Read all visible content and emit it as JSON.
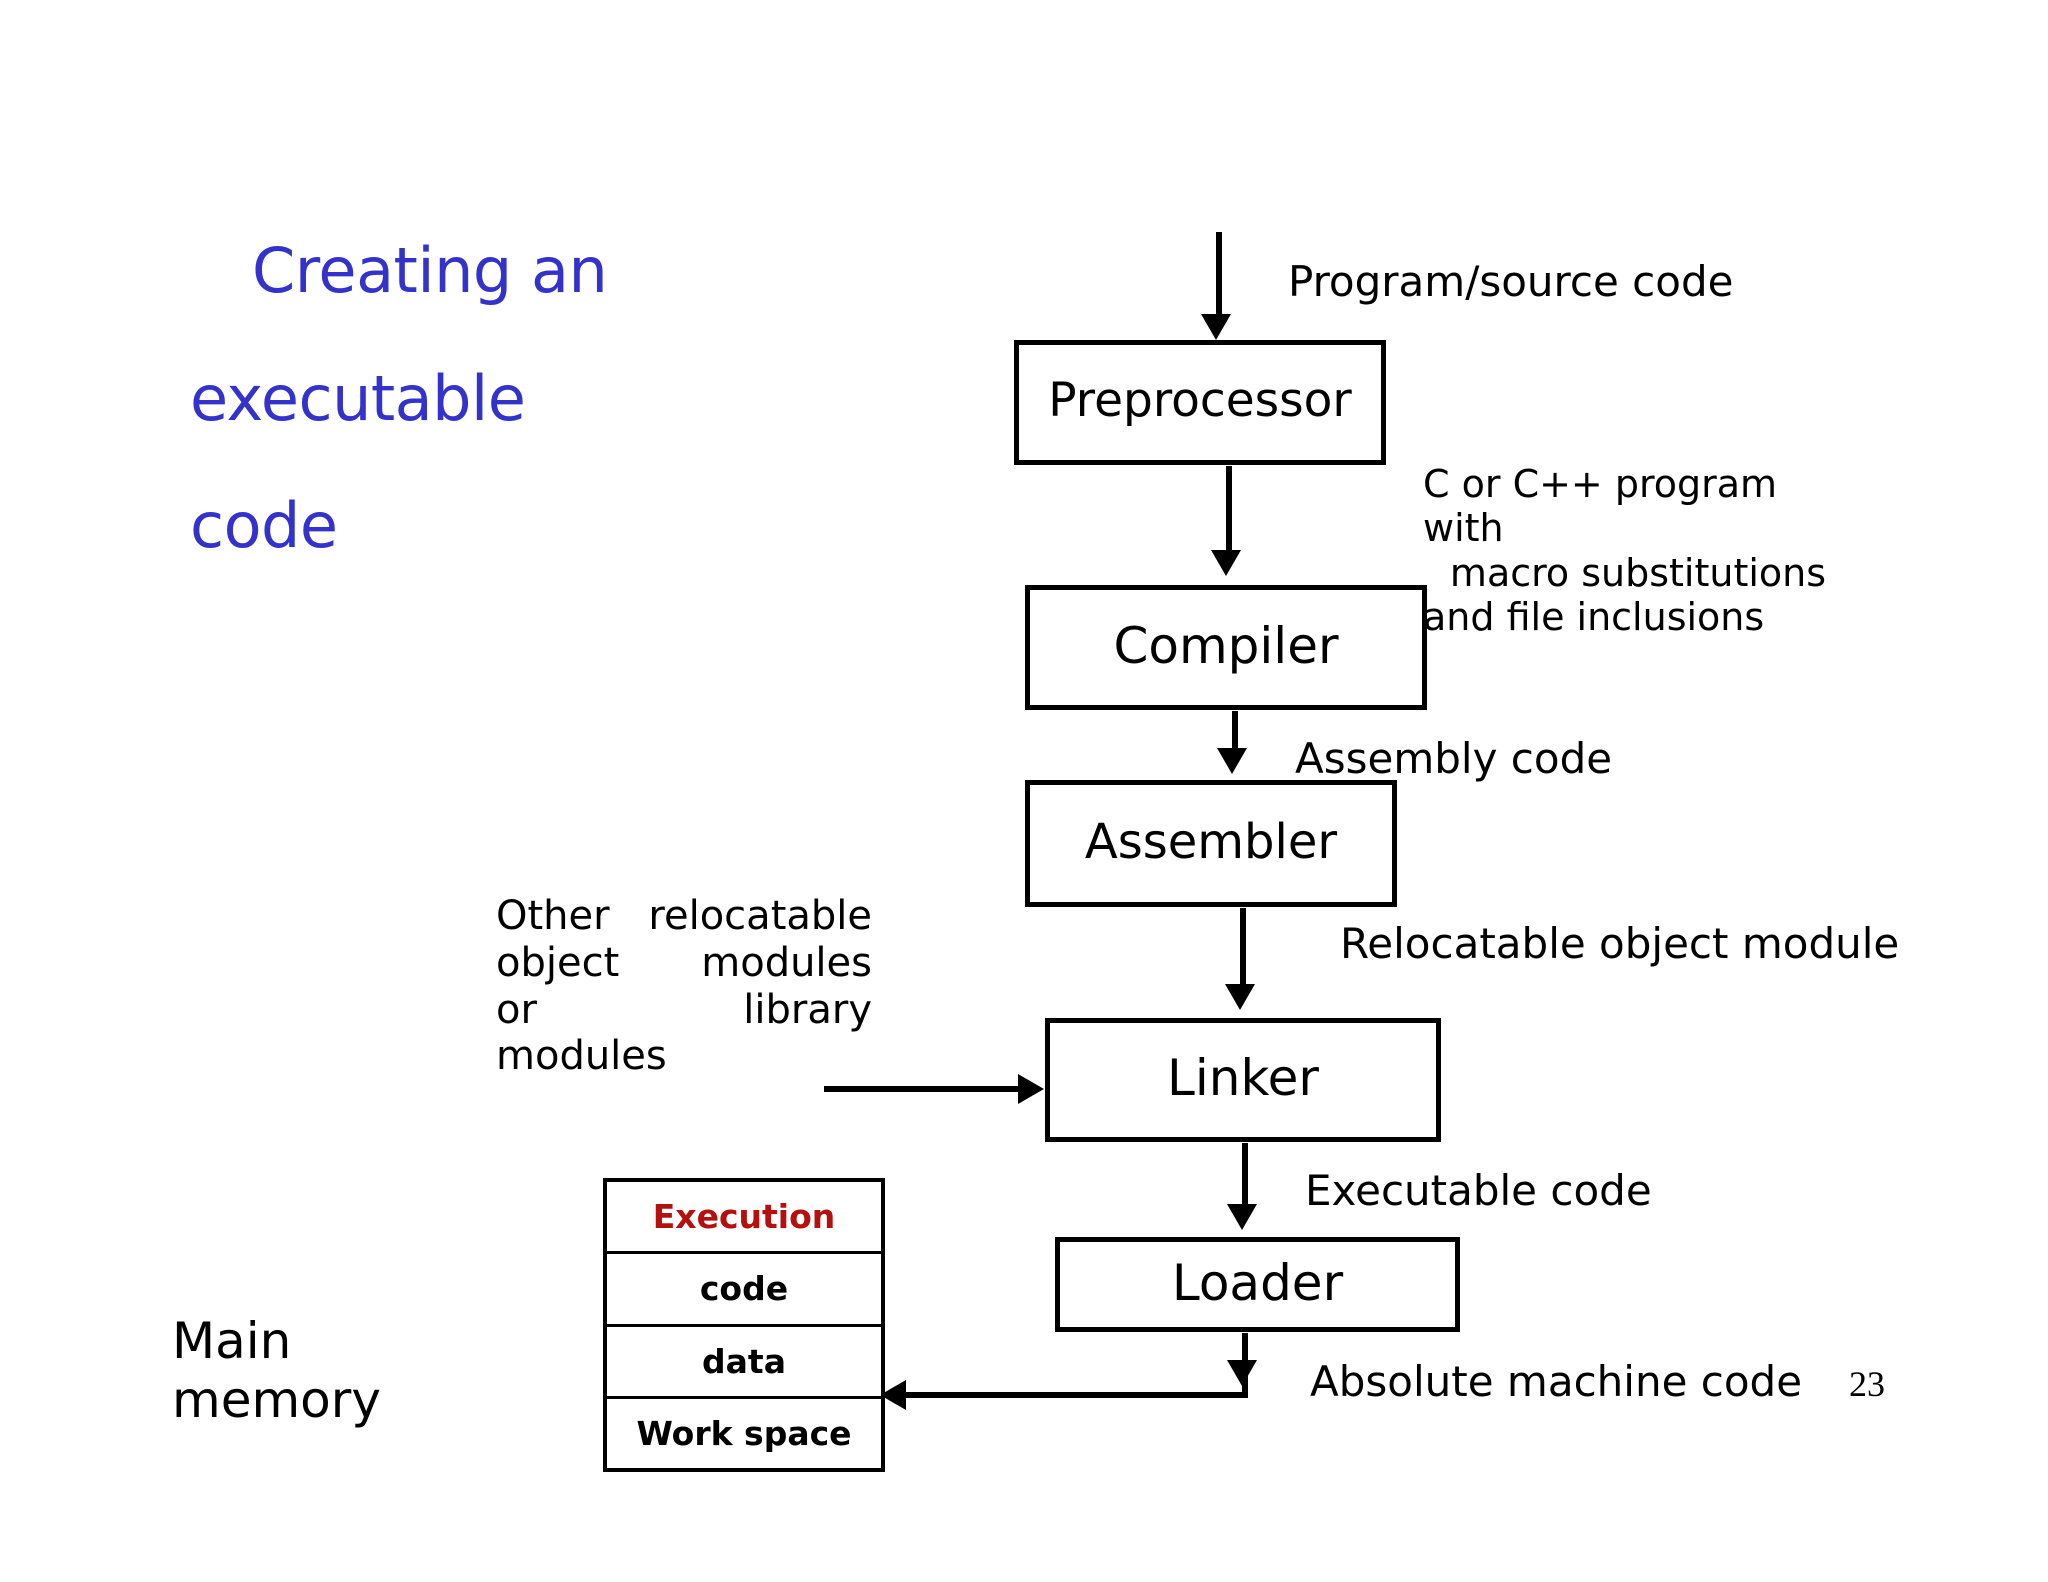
{
  "slide": {
    "title_lines": [
      "Creating an",
      "executable",
      "code"
    ],
    "title_color": "#3333cc",
    "page_number": "23",
    "background": "#ffffff"
  },
  "diagram": {
    "type": "flowchart",
    "boxes": [
      {
        "id": "preprocessor",
        "label": "Preprocessor"
      },
      {
        "id": "compiler",
        "label": "Compiler"
      },
      {
        "id": "assembler",
        "label": "Assembler"
      },
      {
        "id": "linker",
        "label": "Linker"
      },
      {
        "id": "loader",
        "label": "Loader"
      }
    ],
    "edge_labels": {
      "into_preprocessor": "Program/source code",
      "preprocessor_to_compiler": {
        "line1": "C or C++ program with",
        "line2": "macro substitutions",
        "line3": "and file inclusions"
      },
      "compiler_to_assembler": "Assembly code",
      "assembler_to_linker": "Relocatable object module",
      "into_linker_side": {
        "line1_left": "Other",
        "line1_right": "relocatable",
        "line2_left": "object",
        "line2_right": "modules",
        "line3_left": "or",
        "line3_right": "library",
        "line4": "modules"
      },
      "linker_to_loader": "Executable code",
      "loader_to_memory": "Absolute machine code"
    }
  },
  "main_memory": {
    "caption_line1": "Main",
    "caption_line2": "memory",
    "rows": [
      {
        "label": "Execution",
        "color": "#b3100e"
      },
      {
        "label": "code",
        "color": "#000000"
      },
      {
        "label": "data",
        "color": "#000000"
      },
      {
        "label": "Work space",
        "color": "#000000"
      }
    ]
  }
}
